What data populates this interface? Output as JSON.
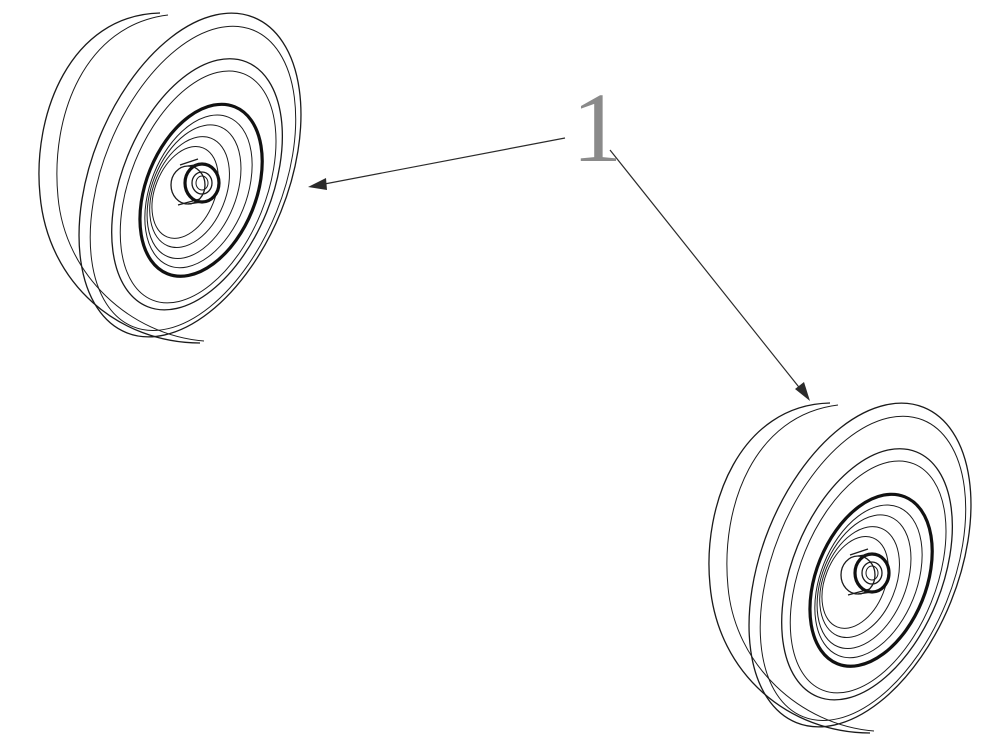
{
  "callout": {
    "label": "1",
    "color": "#8a8a8a"
  },
  "parts": [
    {
      "name": "wheel-assembly-upper-left",
      "callout": "1"
    },
    {
      "name": "wheel-assembly-lower-right",
      "callout": "1"
    }
  ]
}
